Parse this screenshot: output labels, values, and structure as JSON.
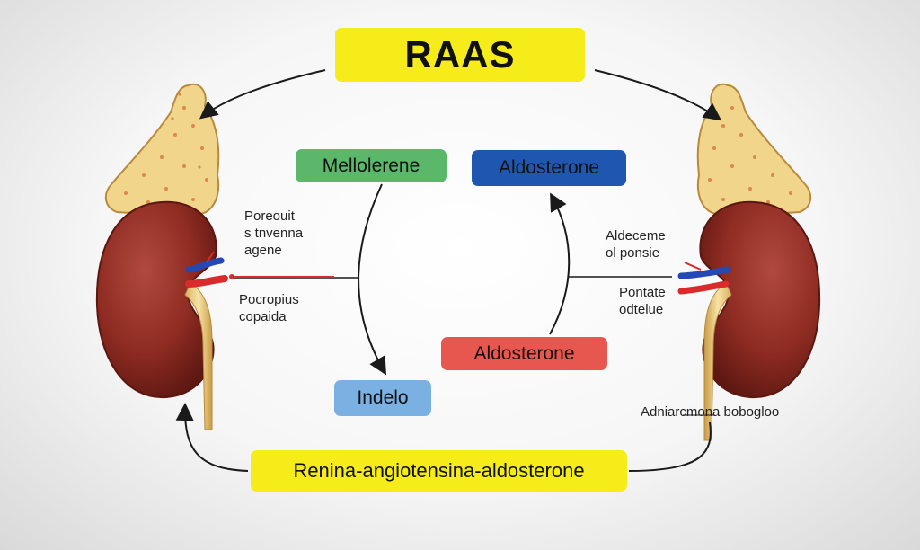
{
  "title": "RAAS",
  "boxes": {
    "green": "Mellolerene",
    "blue": "Aldosterone",
    "red": "Aldosterone",
    "light_blue": "Indelo",
    "bottom": "Renina-angiotensina-aldosterone"
  },
  "labels": {
    "left_top_lines": [
      "Poreouit",
      "s tnvenna",
      "agene"
    ],
    "left_bottom_lines": [
      "Pocropius",
      "copaida"
    ],
    "right_top_lines": [
      "Aldeceme",
      "ol ponsie"
    ],
    "right_mid_lines": [
      "Pontate",
      "odtelue"
    ],
    "right_bottom": "Adniarcmona bobogloo"
  },
  "colors": {
    "yellow": "#f5ec1a",
    "green": "#5bb86a",
    "blue": "#1f56b0",
    "red": "#e85650",
    "light_blue": "#7ab1e2",
    "kidney": "#8e2b22",
    "adrenal": "#f1d58a",
    "artery": "#d92b2b",
    "vein": "#2448b5"
  }
}
